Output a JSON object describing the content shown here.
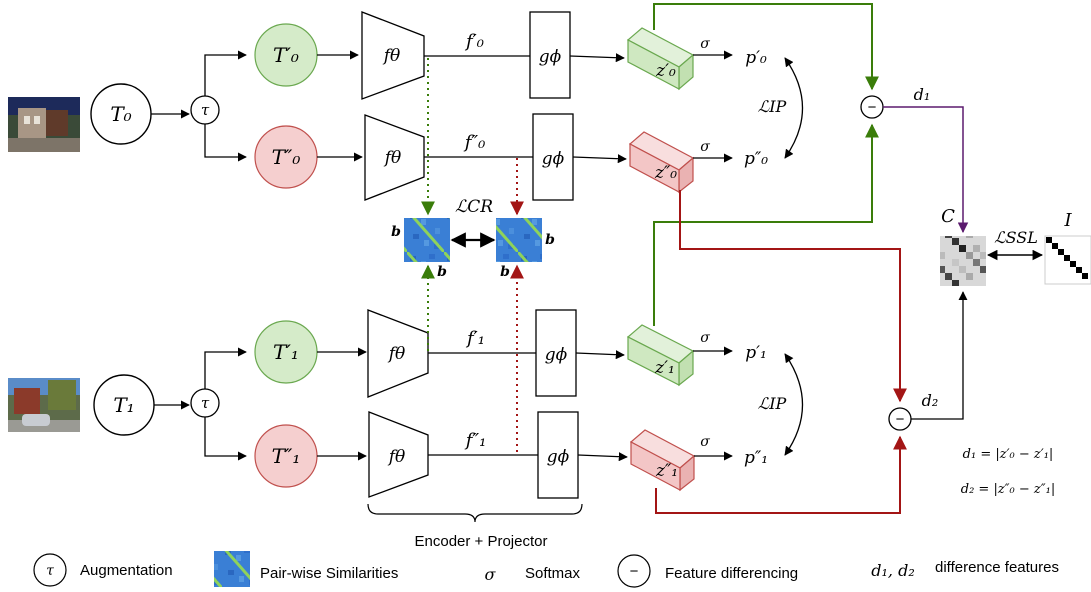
{
  "inputs": [
    {
      "id": "T0",
      "label": "T₀",
      "photo": "house-photo-0"
    },
    {
      "id": "T1",
      "label": "T₁",
      "photo": "house-photo-1"
    }
  ],
  "augmentation_symbol": "τ",
  "views": {
    "t0_prime": "T′₀",
    "t0_dprime": "T″₀",
    "t1_prime": "T′₁",
    "t1_dprime": "T″₁"
  },
  "encoder_label": "fθ",
  "projector_label": "gϕ",
  "features": {
    "f0_prime": "f′₀",
    "f0_dprime": "f″₀",
    "f1_prime": "f′₁",
    "f1_dprime": "f″₁"
  },
  "embeddings": {
    "z0_prime": "z′₀",
    "z0_dprime": "z″₀",
    "z1_prime": "z′₁",
    "z1_dprime": "z″₁"
  },
  "sigma": "σ",
  "probabilities": {
    "p0_prime": "p′₀",
    "p0_dprime": "p″₀",
    "p1_prime": "p′₁",
    "p1_dprime": "p″₁"
  },
  "losses": {
    "ip_top": "ℒIP",
    "ip_bottom": "ℒIP",
    "cr": "ℒCR",
    "ssl": "ℒSSL"
  },
  "batch_dim": "b",
  "difference": {
    "minus_symbol": "−",
    "d1": "d₁",
    "d2": "d₂",
    "formula_d1": "d₁ = |z′₀ − z′₁|",
    "formula_d2": "d₂ = |z″₀ − z″₁|"
  },
  "correlation_label": "C",
  "identity_label": "I",
  "brace_label": "Encoder + Projector",
  "legend": {
    "augmentation": "Augmentation",
    "similarities": "Pair-wise Similarities",
    "sigma_symbol": "σ",
    "softmax": "Softmax",
    "differencing": "Feature differencing",
    "d_symbols": "d₁, d₂",
    "difference_features": "difference features"
  },
  "colors": {
    "green_fill": "#d5ebc9",
    "green_stroke": "#6aa84f",
    "red_fill": "#f5cfcf",
    "red_stroke": "#c0504d",
    "green_line": "#3a7d0a",
    "red_line": "#a31515",
    "purple_line": "#5b1a6e",
    "sim_blue": "#3a7fd5"
  }
}
